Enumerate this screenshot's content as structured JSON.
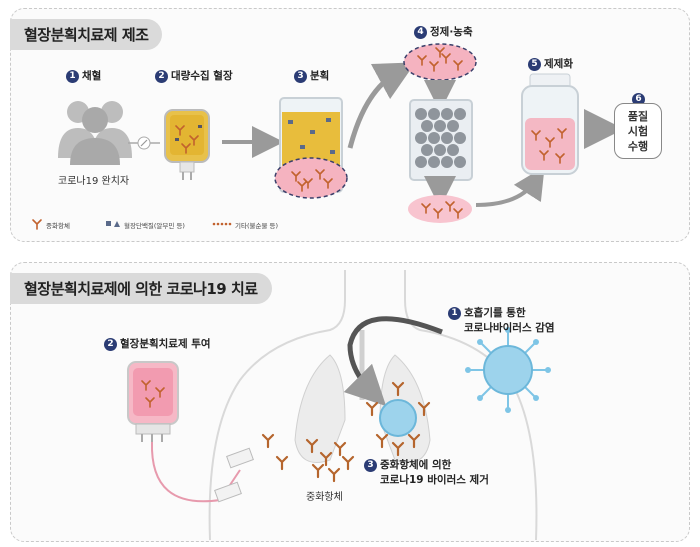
{
  "panel1": {
    "title": "혈장분획치료제 제조",
    "steps": [
      {
        "num": "1",
        "label": "채혈"
      },
      {
        "num": "2",
        "label": "대량수집 혈장"
      },
      {
        "num": "3",
        "label": "분획"
      },
      {
        "num": "4",
        "label": "정제·농축"
      },
      {
        "num": "5",
        "label": "제제화"
      },
      {
        "num": "6",
        "label": "품질 시험 수행",
        "lines": [
          "품질",
          "시험",
          "수행"
        ]
      }
    ],
    "donor_label": "코로나19 완치자",
    "legend": {
      "antibody": "중화항체",
      "protein": "혈장단백질(알부민 등)",
      "other": "기타(불순물 등)"
    }
  },
  "panel2": {
    "title": "혈장분획치료제에 의한 코로나19 치료",
    "steps": [
      {
        "num": "1",
        "lines": [
          "호흡기를 통한",
          "코로나바이러스 감염"
        ]
      },
      {
        "num": "2",
        "lines": [
          "혈장분획치료제 투여"
        ]
      },
      {
        "num": "3",
        "lines": [
          "중화항체에 의한",
          "코로나19 바이러스 제거"
        ]
      }
    ],
    "antibody_label": "중화항체"
  },
  "colors": {
    "step_number_bg": "#2b3c74",
    "antibody": "#c2622e",
    "plasma_yellow": "#e8c14a",
    "pink": "#f3a7b8",
    "virus": "#7ec5e6",
    "arrow": "#9a9a9a"
  }
}
